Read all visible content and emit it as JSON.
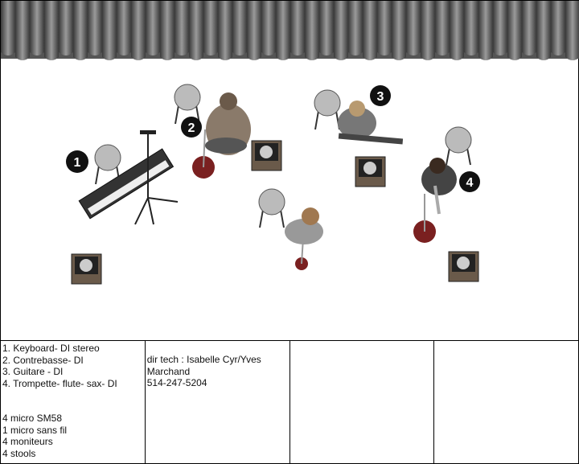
{
  "stage_plot": {
    "badges": [
      "1",
      "2",
      "3",
      "4"
    ]
  },
  "info": {
    "inputs": [
      "1. Keyboard- DI stereo",
      "2. Contrebasse- DI",
      "3. Guitare - DI",
      "4. Trompette- flute- sax- DI"
    ],
    "equipment": [
      "4 micro SM58",
      "1 micro sans fil",
      "4 moniteurs",
      "4 stools"
    ],
    "contact": [
      "dir tech : Isabelle Cyr/Yves",
      "Marchand",
      "514-247-5204"
    ]
  }
}
